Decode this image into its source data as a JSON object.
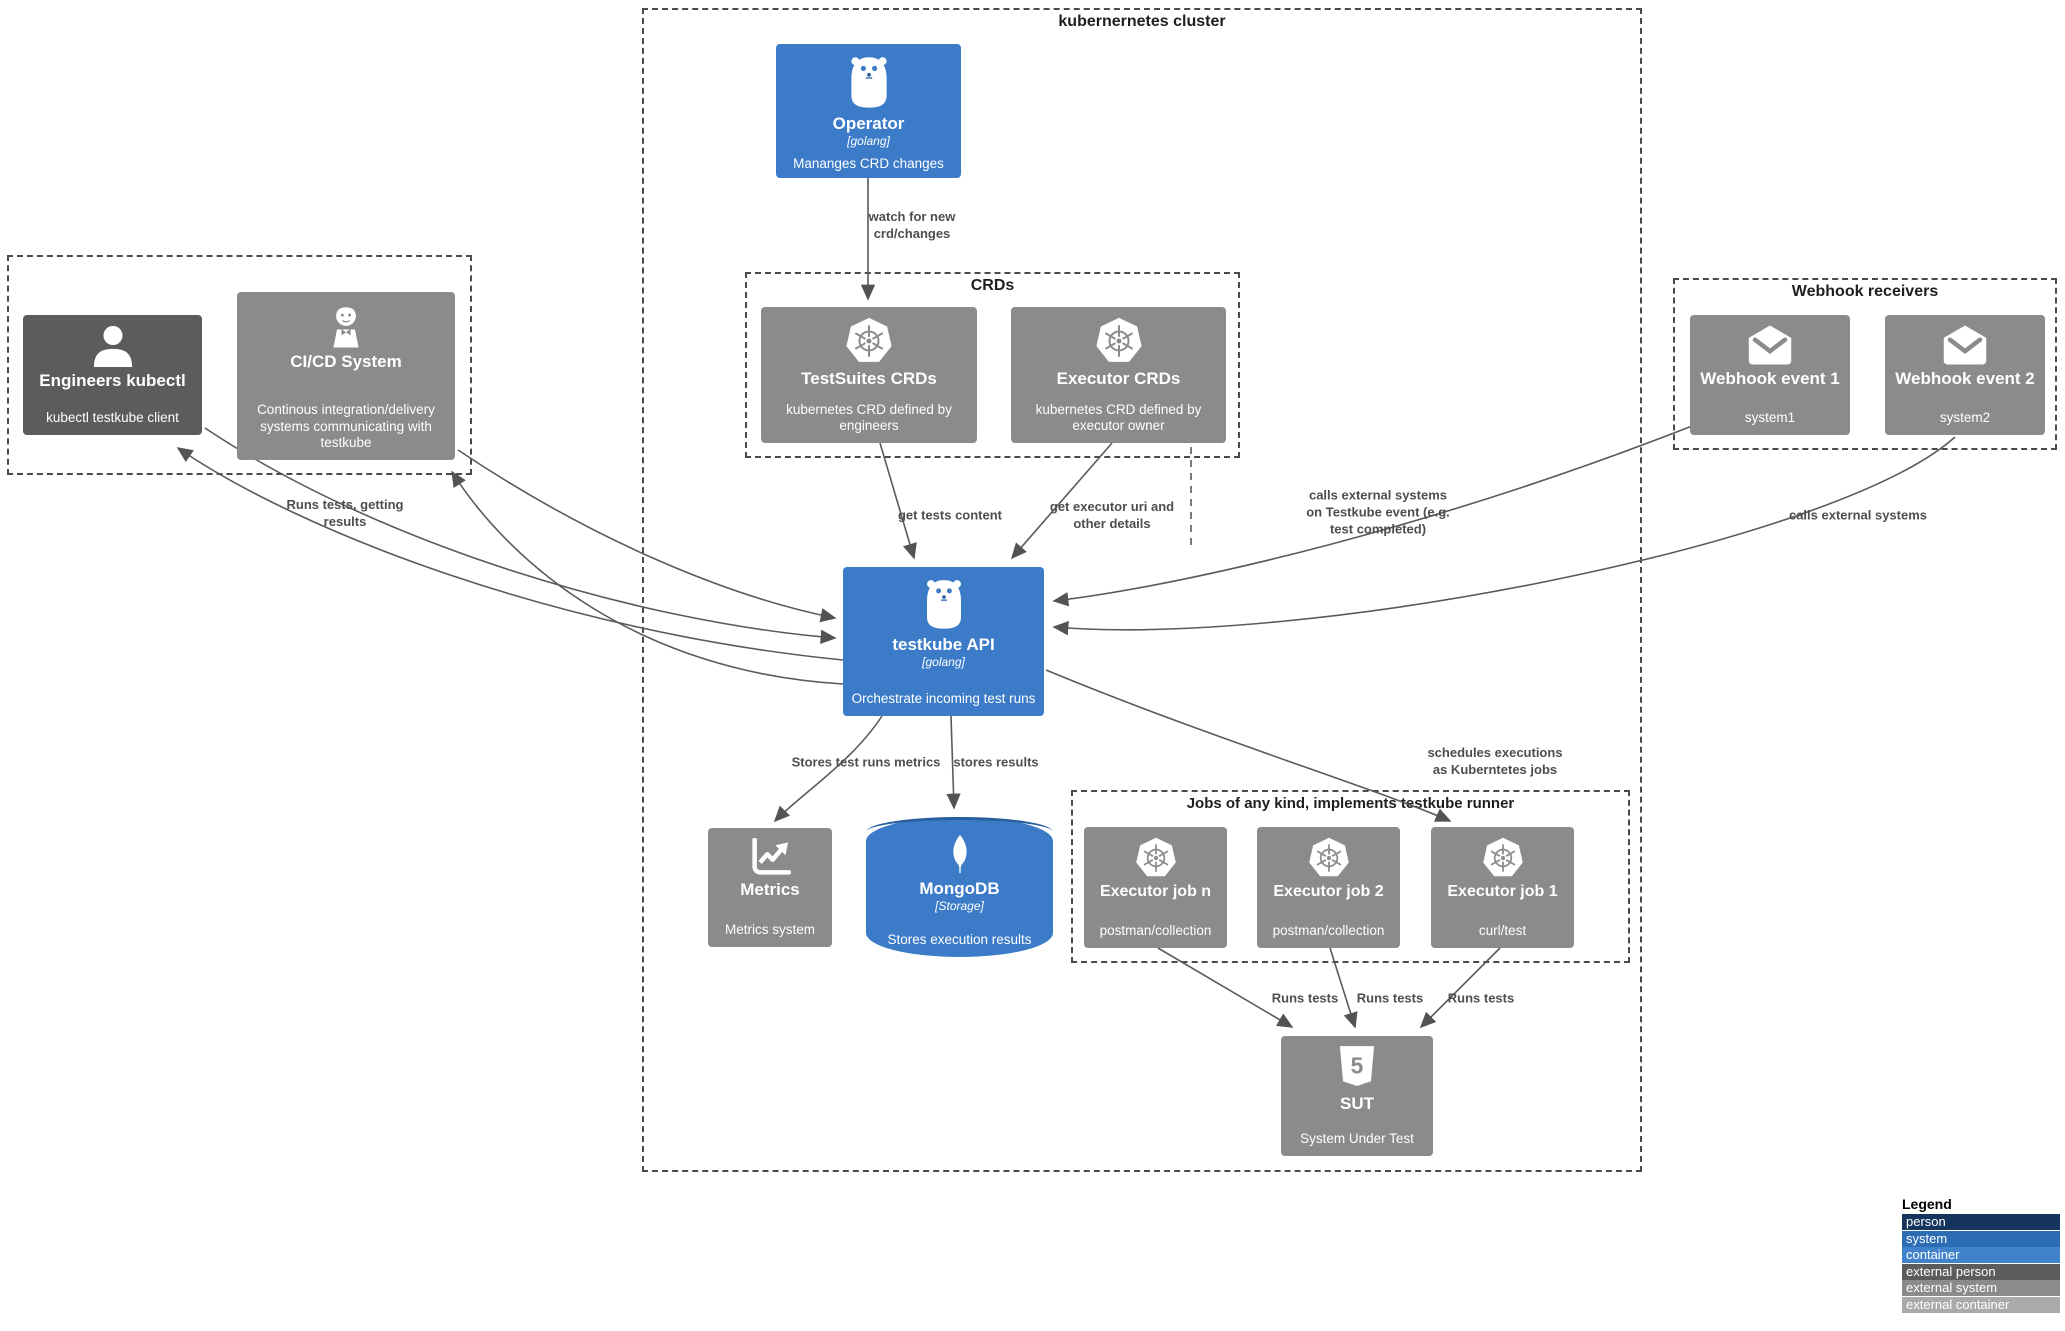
{
  "groups": {
    "cluster": {
      "label": "kubernernetes cluster"
    },
    "crds": {
      "label": "CRDs"
    },
    "webhooks": {
      "label": "Webhook receivers"
    },
    "jobs": {
      "label": "Jobs of any kind, implements testkube runner"
    }
  },
  "nodes": {
    "operator": {
      "title": "Operator",
      "tech": "[golang]",
      "desc": "Mananges CRD changes",
      "icon": "golang-gopher-icon",
      "color": "#3b7bc8"
    },
    "testsuites_crds": {
      "title": "TestSuites CRDs",
      "desc": "kubernetes CRD defined by engineers",
      "icon": "kubernetes-icon",
      "color": "#8b8b8b"
    },
    "executor_crds": {
      "title": "Executor CRDs",
      "desc": "kubernetes CRD defined by executor owner",
      "icon": "kubernetes-icon",
      "color": "#8b8b8b"
    },
    "engineers": {
      "title": "Engineers kubectl",
      "desc": "kubectl testkube client",
      "icon": "person-icon",
      "color": "#5c5c5c"
    },
    "cicd": {
      "title": "CI/CD System",
      "desc": "Continous integration/delivery systems communicating with testkube",
      "icon": "jenkins-icon",
      "color": "#8b8b8b"
    },
    "webhook1": {
      "title": "Webhook event 1",
      "desc": "system1",
      "icon": "open-envelope-icon",
      "color": "#8b8b8b"
    },
    "webhook2": {
      "title": "Webhook event 2",
      "desc": "system2",
      "icon": "open-envelope-icon",
      "color": "#8b8b8b"
    },
    "api": {
      "title": "testkube API",
      "tech": "[golang]",
      "desc": "Orchestrate incoming test runs",
      "icon": "golang-gopher-icon",
      "color": "#3b7bc8"
    },
    "metrics": {
      "title": "Metrics",
      "desc": "Metrics system",
      "icon": "chart-icon",
      "color": "#8b8b8b"
    },
    "mongodb": {
      "title": "MongoDB",
      "tech": "[Storage]",
      "desc": "Stores execution results",
      "icon": "mongodb-leaf-icon",
      "color": "#3b7bc8"
    },
    "job_n": {
      "title": "Executor job n",
      "desc": "postman/collection",
      "icon": "kubernetes-icon",
      "color": "#8b8b8b"
    },
    "job_2": {
      "title": "Executor job 2",
      "desc": "postman/collection",
      "icon": "kubernetes-icon",
      "color": "#8b8b8b"
    },
    "job_1": {
      "title": "Executor job 1",
      "desc": "curl/test",
      "icon": "kubernetes-icon",
      "color": "#8b8b8b"
    },
    "sut": {
      "title": "SUT",
      "desc": "System Under Test",
      "icon": "html5-icon",
      "color": "#8b8b8b"
    }
  },
  "edge_labels": {
    "watch": "watch for new\ncrd/changes",
    "runs_getting": "Runs tests, getting\nresults",
    "get_tests": "get tests content",
    "get_executor": "get executor uri and\nother details",
    "calls_event": "calls external systems\non Testkube event (e.g.\ntest completed)",
    "calls_external": "calls external systems",
    "stores_metrics": "Stores test runs metrics",
    "stores_results": "stores results",
    "schedules": "schedules executions\nas Kuberntetes jobs",
    "runs_tests_1": "Runs tests",
    "runs_tests_2": "Runs tests",
    "runs_tests_3": "Runs tests"
  },
  "legend": {
    "title": "Legend",
    "items": [
      {
        "label": "person",
        "color": "#16355e"
      },
      {
        "label": "system",
        "color": "#2b6cb3"
      },
      {
        "label": "container",
        "color": "#4183ca"
      },
      {
        "label": "external person",
        "color": "#5c5c5c"
      },
      {
        "label": "external system",
        "color": "#8b8b8b"
      },
      {
        "label": "external container",
        "color": "#aaaaaa"
      }
    ]
  }
}
